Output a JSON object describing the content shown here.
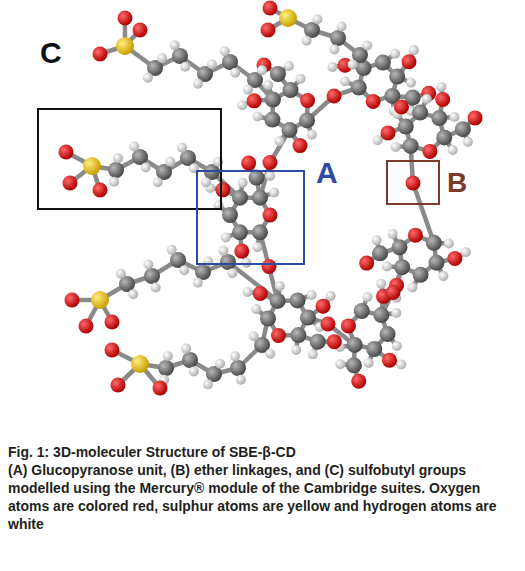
{
  "diagram": {
    "title": "Fig. 1: 3D-moleculer Structure of SBE-β-CD",
    "caption": "(A) Glucopyranose unit, (B) ether linkages, and (C) sulfobutyl groups modelled using the Mercury® module of the Cambridge suites. Oxygen atoms are colored red, sulphur atoms are yellow and hydrogen atoms are white",
    "nodes": [
      {
        "text": [
          "C"
        ]
      },
      {
        "text": [
          "A"
        ]
      },
      {
        "text": [
          "B"
        ]
      }
    ]
  }
}
